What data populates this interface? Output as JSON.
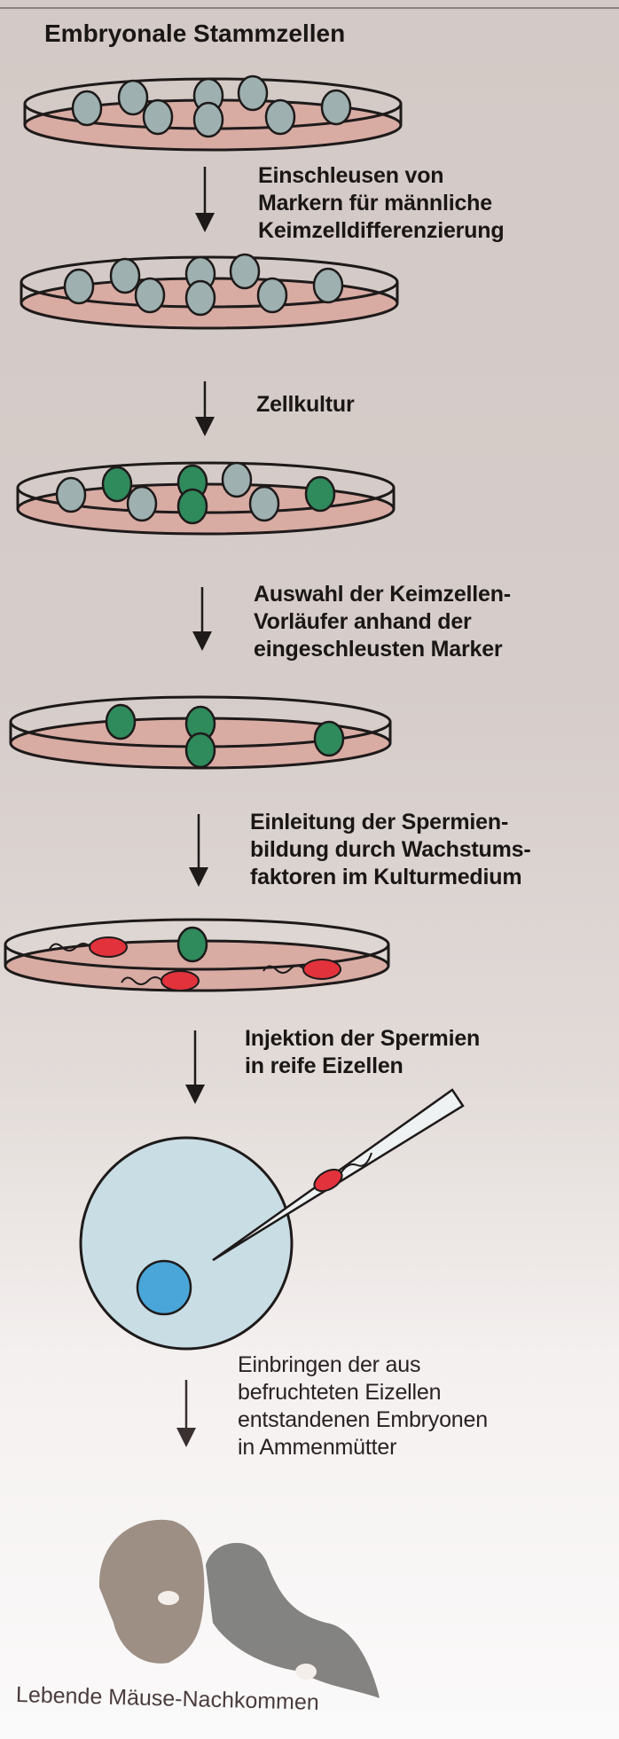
{
  "title": "Embryonale Stammzellen",
  "steps": [
    {
      "lines": [
        "Einschleusen von",
        "Markern für männliche",
        "Keimzelldifferenzierung"
      ]
    },
    {
      "lines": [
        "Zellkultur"
      ]
    },
    {
      "lines": [
        "Auswahl der Keimzellen-",
        "Vorläufer anhand der",
        "eingeschleusten Marker"
      ]
    },
    {
      "lines": [
        "Einleitung der Spermien-",
        "bildung durch Wachstums-",
        "faktoren im Kulturmedium"
      ]
    },
    {
      "lines": [
        "Injektion der Spermien",
        "in reife Eizellen"
      ]
    },
    {
      "lines": [
        "Einbringen der aus",
        "befruchteten Eizellen",
        "entstandenen Embryonen",
        "in Ammenmütter"
      ]
    }
  ],
  "caption": "Lebende Mäuse-Nachkommen",
  "colors": {
    "undifferentiated": "#9eb0b0",
    "marked": "#2f8a5c",
    "sperm": "#e2323c",
    "dish": "#d8aba3",
    "egg": "#c9dde4",
    "nucleus": "#4aa6d8"
  }
}
